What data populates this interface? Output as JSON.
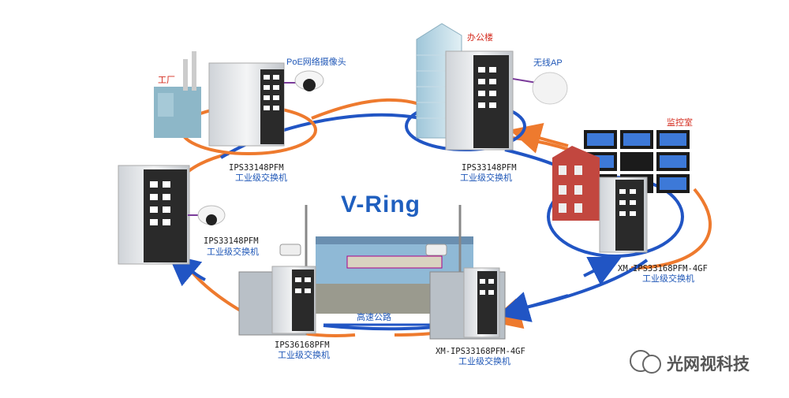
{
  "diagram": {
    "title": "V-Ring",
    "nodes": [
      {
        "id": "n1",
        "model": "IPS33148PFM",
        "desc": "工业级交换机",
        "place": "工厂",
        "device": "PoE网络摄像头"
      },
      {
        "id": "n2",
        "model": "IPS33148PFM",
        "desc": "工业级交换机",
        "place": "办公楼",
        "device": "无线AP"
      },
      {
        "id": "n3",
        "model": "IPS33148PFM",
        "desc": "工业级交换机"
      },
      {
        "id": "n4",
        "model": "XM-IPS33168PFM-4GF",
        "desc": "工业级交换机",
        "place": "监控室"
      },
      {
        "id": "n5",
        "model": "IPS36168PFM",
        "desc": "工业级交换机"
      },
      {
        "id": "n6",
        "model": "XM-IPS33168PFM-4GF",
        "desc": "工业级交换机",
        "place": "高速公路"
      }
    ],
    "ring_colors": {
      "blue": "#2155c4",
      "orange": "#ee7a2e"
    }
  },
  "watermark": "光网视科技"
}
